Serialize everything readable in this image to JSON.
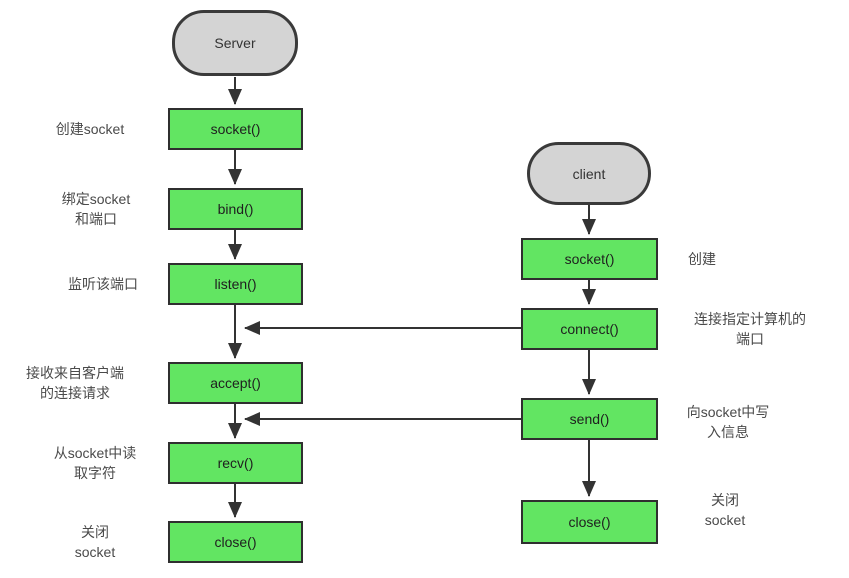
{
  "colors": {
    "node_fill": "#62e562",
    "node_border": "#2f2f2f",
    "terminal_fill": "#d4d4d4",
    "terminal_border": "#3a3a3a",
    "arrow": "#333333",
    "label_text": "#4a4a4a"
  },
  "server": {
    "terminal_label": "Server",
    "steps": [
      {
        "func": "socket()",
        "annotation": "创建socket"
      },
      {
        "func": "bind()",
        "annotation": "绑定socket\n和端口"
      },
      {
        "func": "listen()",
        "annotation": "监听该端口"
      },
      {
        "func": "accept()",
        "annotation": "接收来自客户端\n的连接请求"
      },
      {
        "func": "recv()",
        "annotation": "从socket中读\n取字符"
      },
      {
        "func": "close()",
        "annotation": "关闭\nsocket"
      }
    ]
  },
  "client": {
    "terminal_label": "client",
    "steps": [
      {
        "func": "socket()",
        "annotation": "创建"
      },
      {
        "func": "connect()",
        "annotation": "连接指定计算机的\n端口"
      },
      {
        "func": "send()",
        "annotation": "向socket中写\n入信息"
      },
      {
        "func": "close()",
        "annotation": "关闭\nsocket"
      }
    ]
  }
}
